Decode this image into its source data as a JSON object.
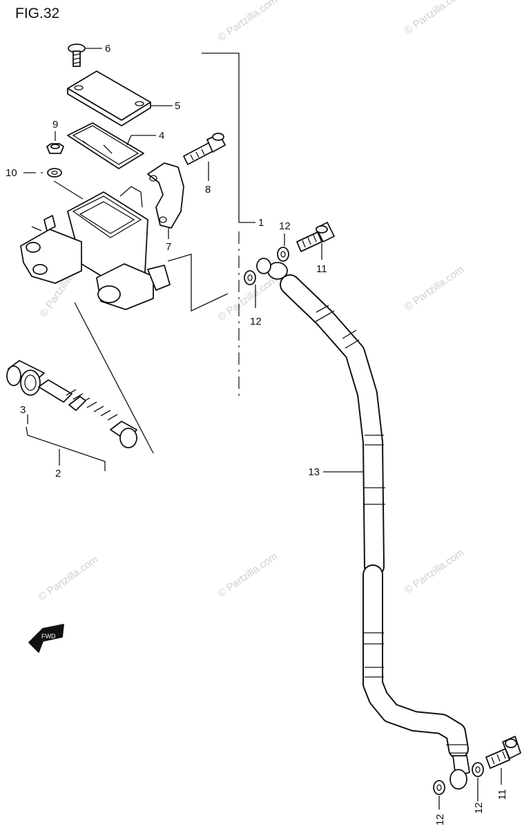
{
  "figure": {
    "title": "FIG.32"
  },
  "watermark": {
    "text": "© Partzilla.com",
    "color": "#cfcfcf"
  },
  "callouts": {
    "c1": "1",
    "c2": "2",
    "c3": "3",
    "c4": "4",
    "c5": "5",
    "c6": "6",
    "c7": "7",
    "c8": "8",
    "c9": "9",
    "c10": "10",
    "c11a": "11",
    "c11b": "11",
    "c12a": "12",
    "c12b": "12",
    "c12c": "12",
    "c12d": "12",
    "c13": "13"
  },
  "fwd_badge": {
    "text": "FWD"
  }
}
